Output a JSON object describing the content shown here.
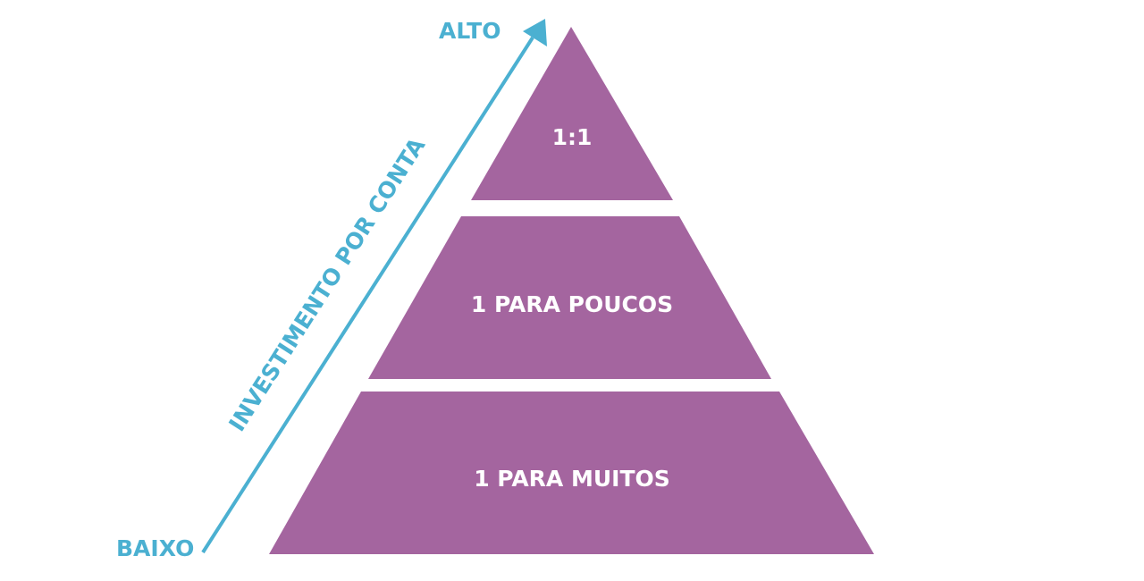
{
  "colors": {
    "pyramid": "#a4659f",
    "accent": "#4bb0d1",
    "tier_text": "#ffffff",
    "background": "#ffffff"
  },
  "axis": {
    "high_label": "ALTO",
    "low_label": "BAIXO",
    "title": "INVESTIMENTO POR CONTA",
    "arrow_icon": "arrow-up-right"
  },
  "pyramid": {
    "tiers": [
      {
        "label": "1:1"
      },
      {
        "label": "1 PARA POUCOS"
      },
      {
        "label": "1 PARA MUITOS"
      }
    ]
  }
}
